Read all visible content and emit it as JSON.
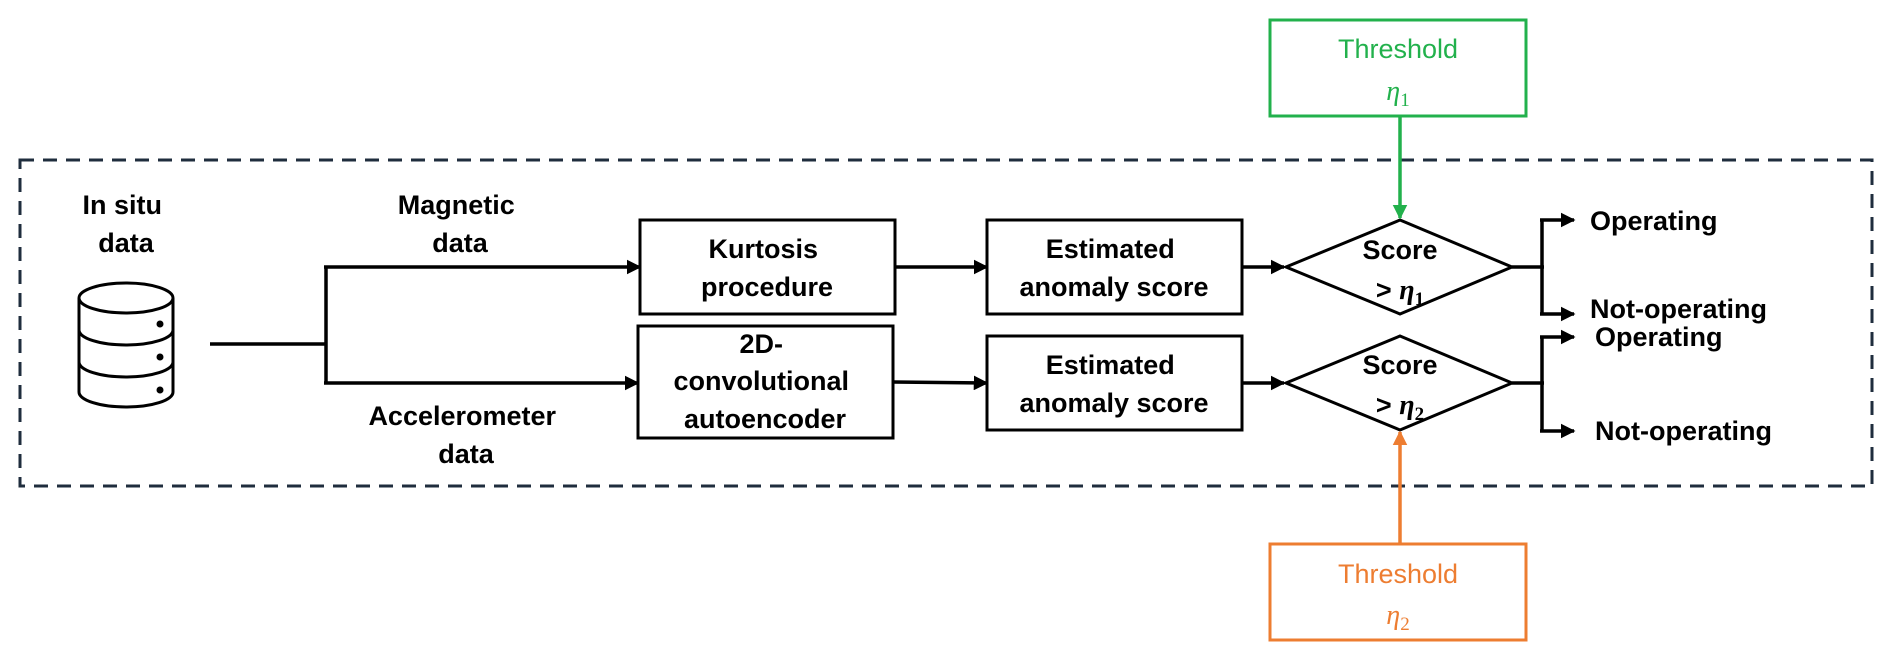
{
  "diagram": {
    "input_label": [
      "In situ",
      "data"
    ],
    "branch_top_label": [
      "Magnetic",
      "data"
    ],
    "branch_bottom_label": [
      "Accelerometer",
      "data"
    ],
    "kurtosis_box": [
      "Kurtosis",
      "procedure"
    ],
    "autoencoder_box": [
      "2D-",
      "convolutional",
      "autoencoder"
    ],
    "score_box_top": [
      "Estimated",
      "anomaly score"
    ],
    "score_box_bottom": [
      "Estimated",
      "anomaly score"
    ],
    "decision_top": {
      "line1": "Score",
      "prefix": ">",
      "symbol": "η",
      "subscript": "1"
    },
    "decision_bottom": {
      "line1": "Score",
      "prefix": ">",
      "symbol": "η",
      "subscript": "2"
    },
    "threshold_top": {
      "label": "Threshold",
      "symbol": "η",
      "subscript": "1",
      "color": "#22b14c"
    },
    "threshold_bottom": {
      "label": "Threshold",
      "symbol": "η",
      "subscript": "2",
      "color": "#ed7d31"
    },
    "outputs_top": [
      "Operating",
      "Not-operating"
    ],
    "outputs_bottom": [
      "Operating",
      "Not-operating"
    ],
    "frame_color": "#1f2d3d"
  }
}
